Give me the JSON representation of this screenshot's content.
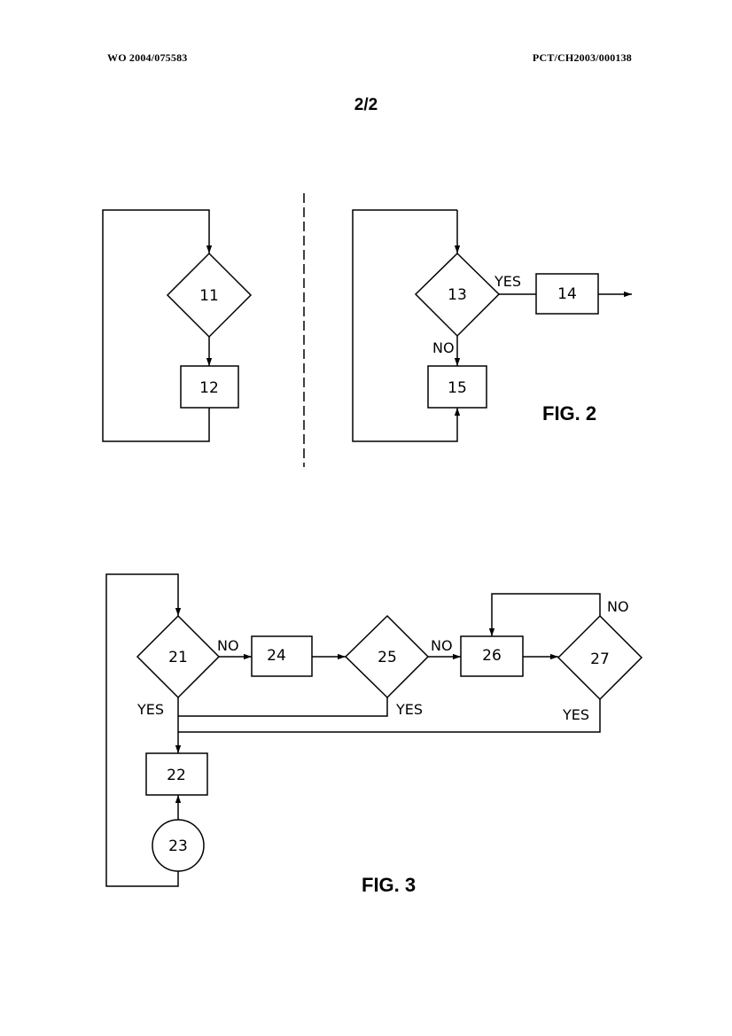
{
  "header": {
    "publication_number": "WO 2004/075583",
    "application_number": "PCT/CH2003/000138",
    "sheet": "2/2"
  },
  "fig2": {
    "caption": "FIG. 2",
    "left": {
      "decision": "11",
      "process": "12"
    },
    "right": {
      "decision": "13",
      "yes_label": "YES",
      "no_label": "NO",
      "yes_process": "14",
      "no_process": "15"
    }
  },
  "fig3": {
    "caption": "FIG. 3",
    "d21": "21",
    "b22": "22",
    "c23": "23",
    "b24": "24",
    "d25": "25",
    "b26": "26",
    "d27": "27",
    "no_21": "NO",
    "no_25": "NO",
    "no_27": "NO",
    "yes_21": "YES",
    "yes_25": "YES",
    "yes_27": "YES"
  }
}
